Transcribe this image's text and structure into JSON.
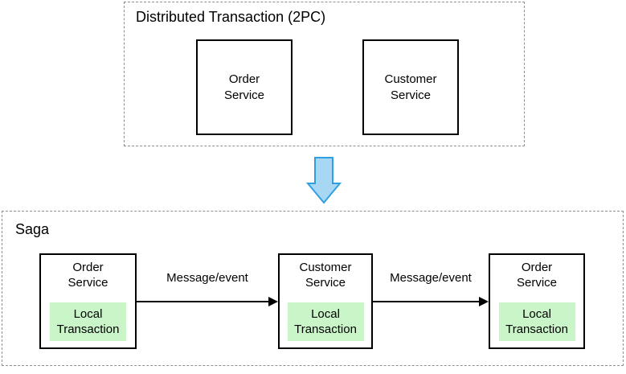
{
  "colors": {
    "dash_border": "#909090",
    "node_border": "#000000",
    "edge_color": "#000000",
    "local_fill": "#c9f5c9",
    "arrow_fill": "#a7d7f3",
    "arrow_stroke": "#2f9fe0"
  },
  "two_pc": {
    "title": "Distributed Transaction (2PC)",
    "nodes": [
      {
        "label": "Order\nService"
      },
      {
        "label": "Customer\nService"
      }
    ]
  },
  "saga": {
    "title": "Saga",
    "nodes": [
      {
        "label": "Order\nService",
        "local": "Local\nTransaction"
      },
      {
        "label": "Customer\nService",
        "local": "Local\nTransaction"
      },
      {
        "label": "Order\nService",
        "local": "Local\nTransaction"
      }
    ],
    "edges": [
      {
        "label": "Message/event"
      },
      {
        "label": "Message/event"
      }
    ]
  }
}
